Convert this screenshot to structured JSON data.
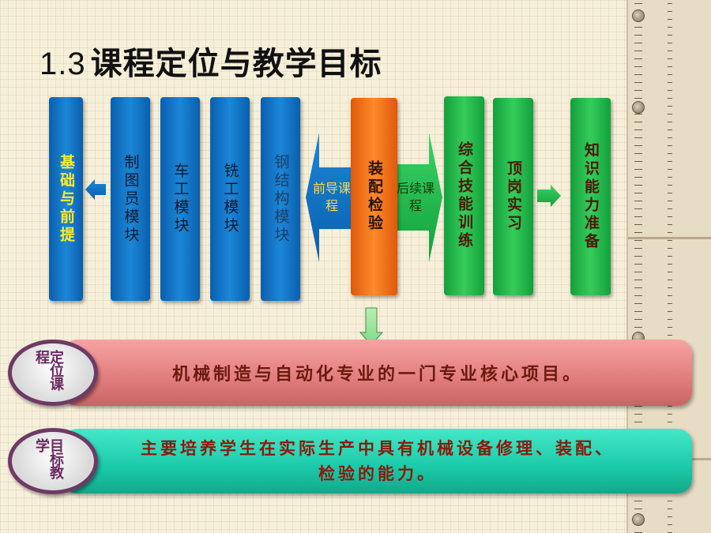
{
  "title": {
    "number": "1.3",
    "text": "课程定位与教学目标"
  },
  "flow": {
    "foundation": "基础与前提",
    "modules": [
      "制图员模块",
      "车工模块",
      "铣工模块",
      "钢结构模块"
    ],
    "center": "装配检验",
    "prior_label": "前导课程",
    "follow_label": "后续课程",
    "follow": [
      "综合技能训练",
      "顶岗实习"
    ],
    "outcome": "知识能力准备"
  },
  "positioning": {
    "badge": "定位课程",
    "text": "机械制造与自动化专业的一门专业核心项目。"
  },
  "goal": {
    "badge": "目标教学",
    "text_line1": "主要培养学生在实际生产中具有机械设备修理、装配、",
    "text_line2": "检验的能力。"
  },
  "colors": {
    "blue": "#1c86d6",
    "orange": "#ff8a2a",
    "green": "#36cc5a",
    "pink_banner": "#e07c7c",
    "teal_banner": "#1bc9a8"
  }
}
